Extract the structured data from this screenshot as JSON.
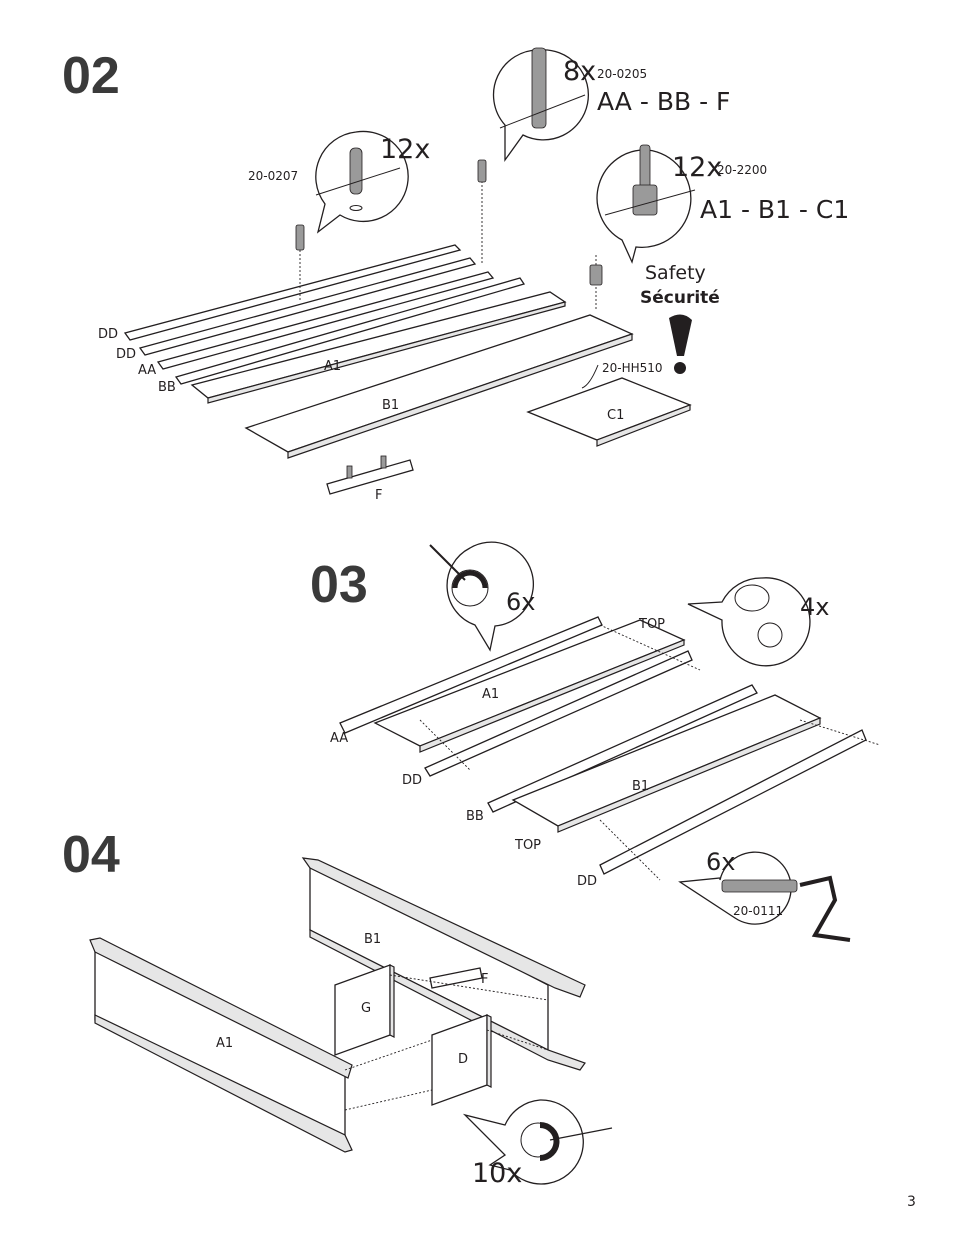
{
  "page_number": "3",
  "steps": [
    {
      "number": "02",
      "callouts": [
        {
          "qty": "12x",
          "code": "20-0207"
        },
        {
          "qty": "8x",
          "code": "20-0205",
          "parts": "AA - BB - F"
        },
        {
          "qty": "12x",
          "code": "20-2200",
          "parts": "A1 - B1 - C1"
        }
      ],
      "safety": {
        "title": "Safety",
        "subtitle": "Sécurité"
      },
      "hardware_label": "20-HH510",
      "parts": [
        "DD",
        "DD",
        "AA",
        "BB",
        "A1",
        "B1",
        "C1",
        "F"
      ]
    },
    {
      "number": "03",
      "callouts": [
        {
          "qty": "6x"
        },
        {
          "qty": "4x"
        },
        {
          "qty": "6x",
          "code": "20-0111"
        }
      ],
      "parts": [
        "TOP",
        "A1",
        "AA",
        "DD",
        "B1",
        "BB",
        "TOP",
        "DD"
      ]
    },
    {
      "number": "04",
      "callouts": [
        {
          "qty": "10x"
        }
      ],
      "parts": [
        "B1",
        "F",
        "G",
        "A1",
        "D"
      ]
    }
  ],
  "colors": {
    "ink": "#231f20",
    "step_number": "#3a3a3a",
    "dowel": "#9a9a9a"
  }
}
